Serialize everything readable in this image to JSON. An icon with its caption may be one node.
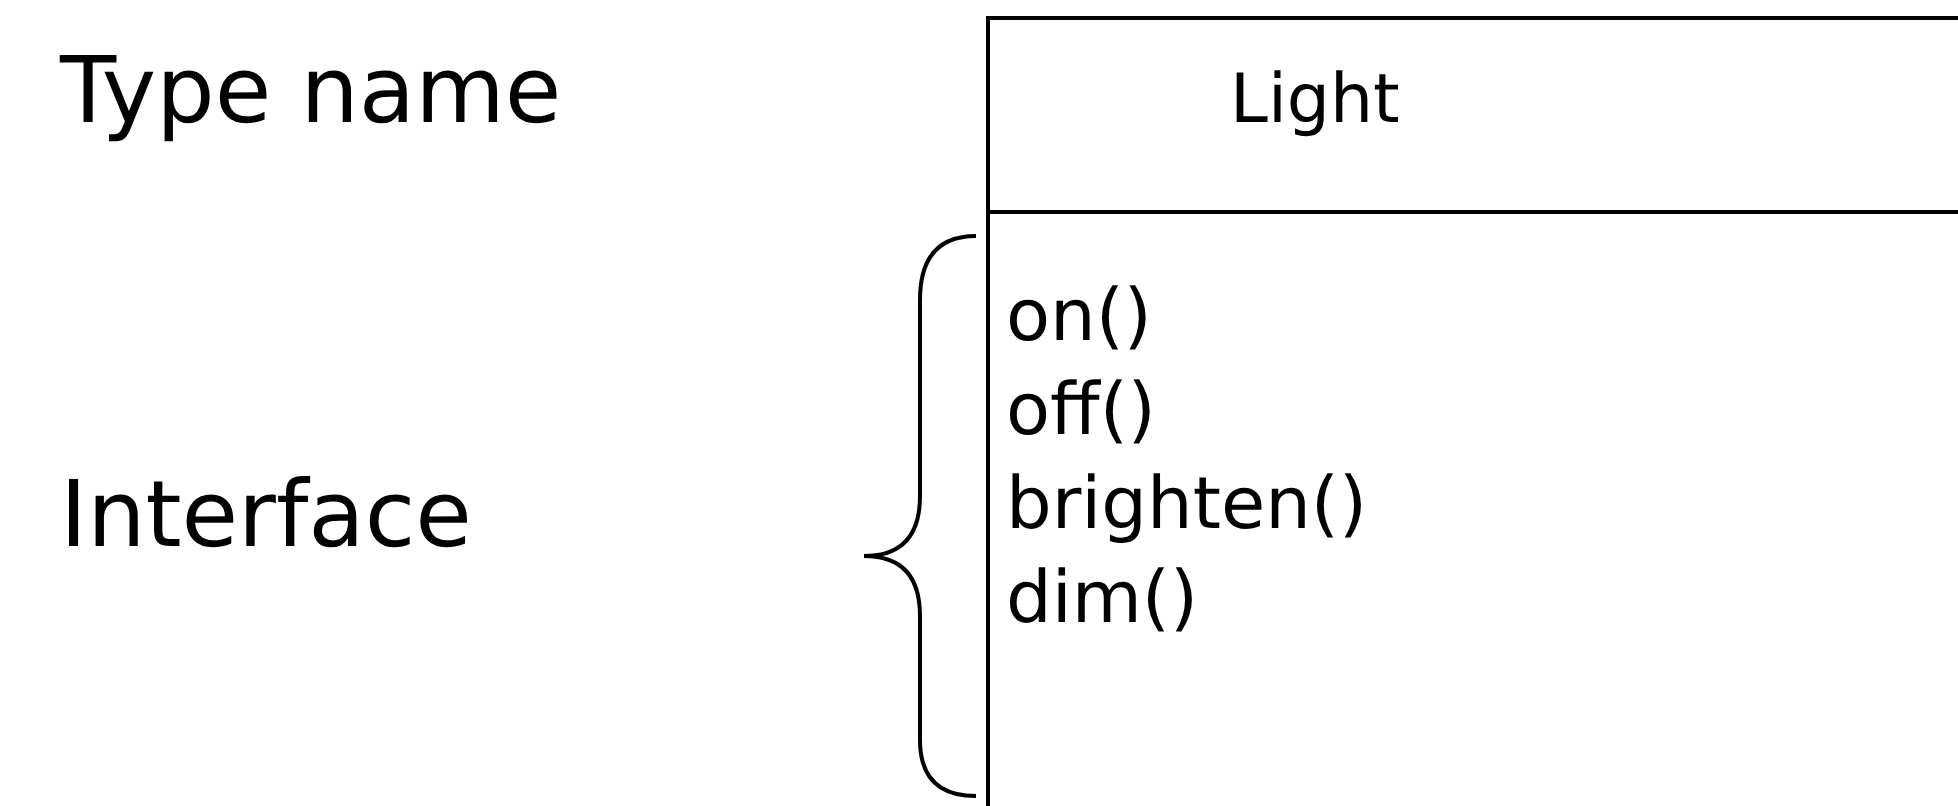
{
  "diagram": {
    "nodes": [
      {
        "text": [
          "Light",
          "on()",
          "off()",
          "brighten()",
          "dim()"
        ]
      }
    ],
    "labels": [
      "Type name",
      "Interface"
    ]
  }
}
